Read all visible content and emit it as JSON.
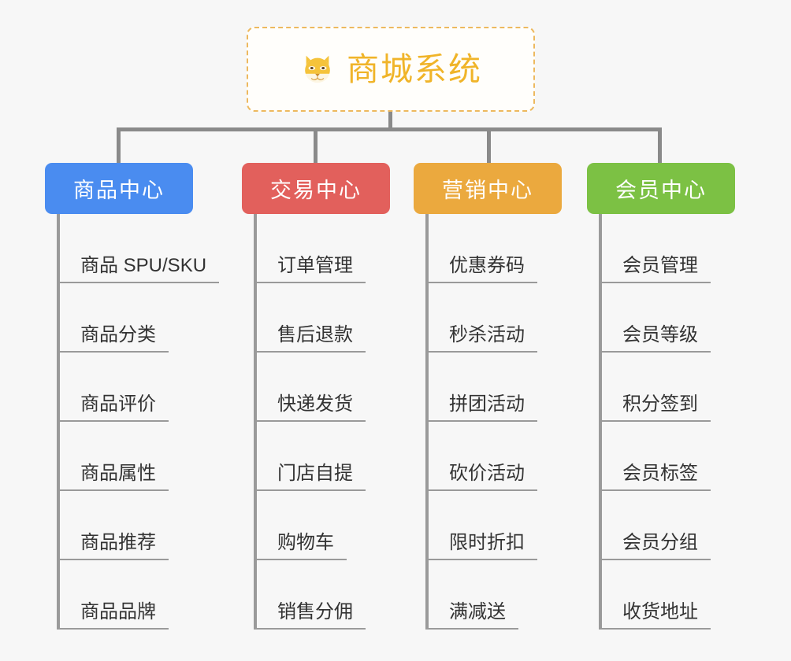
{
  "page": {
    "background_color": "#f7f7f7",
    "line_color": "#8a8a8a"
  },
  "root": {
    "icon": "shiba-dog-face-emoji",
    "title": "商城系统",
    "title_color": "#f0b429",
    "border_color": "#edb95f",
    "background_color": "#fffefb"
  },
  "columns": [
    {
      "header": "商品中心",
      "color": "#4a8cf0",
      "items": [
        "商品 SPU/SKU",
        "商品分类",
        "商品评价",
        "商品属性",
        "商品推荐",
        "商品品牌"
      ]
    },
    {
      "header": "交易中心",
      "color": "#e2605c",
      "items": [
        "订单管理",
        "售后退款",
        "快递发货",
        "门店自提",
        "购物车",
        "销售分佣"
      ]
    },
    {
      "header": "营销中心",
      "color": "#eba93e",
      "items": [
        "优惠券码",
        "秒杀活动",
        "拼团活动",
        "砍价活动",
        "限时折扣",
        "满减送"
      ]
    },
    {
      "header": "会员中心",
      "color": "#7cc144",
      "items": [
        "会员管理",
        "会员等级",
        "积分签到",
        "会员标签",
        "会员分组",
        "收货地址"
      ]
    }
  ]
}
